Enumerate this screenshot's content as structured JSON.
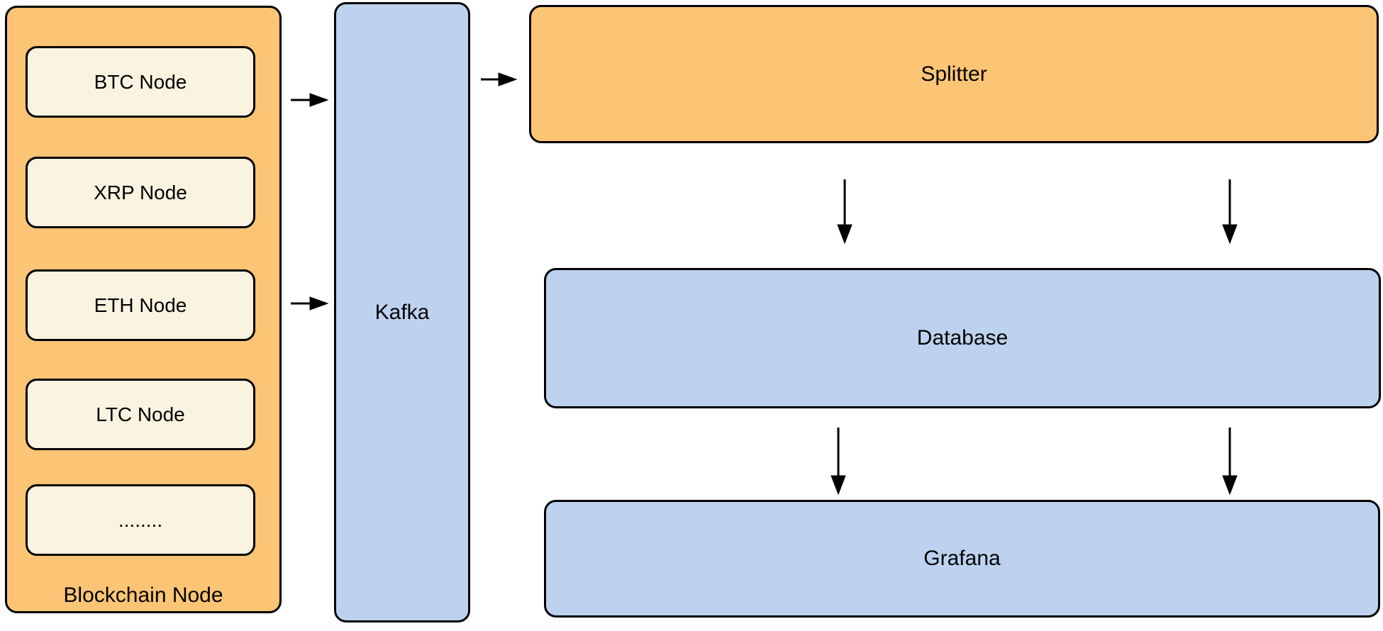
{
  "diagram": {
    "blockchain": {
      "label": "Blockchain Node",
      "nodes": [
        {
          "label": "BTC Node"
        },
        {
          "label": "XRP Node"
        },
        {
          "label": "ETH Node"
        },
        {
          "label": "LTC Node"
        },
        {
          "label": "........"
        }
      ]
    },
    "kafka": {
      "label": "Kafka"
    },
    "splitter": {
      "label": "Splitter"
    },
    "database": {
      "label": "Database"
    },
    "grafana": {
      "label": "Grafana"
    }
  },
  "colors": {
    "container_fill": "#FBC575",
    "node_fill": "#FAF3DF",
    "blue_fill": "#BCD2EE",
    "stroke": "#000000",
    "background": "#FFFFFF"
  }
}
